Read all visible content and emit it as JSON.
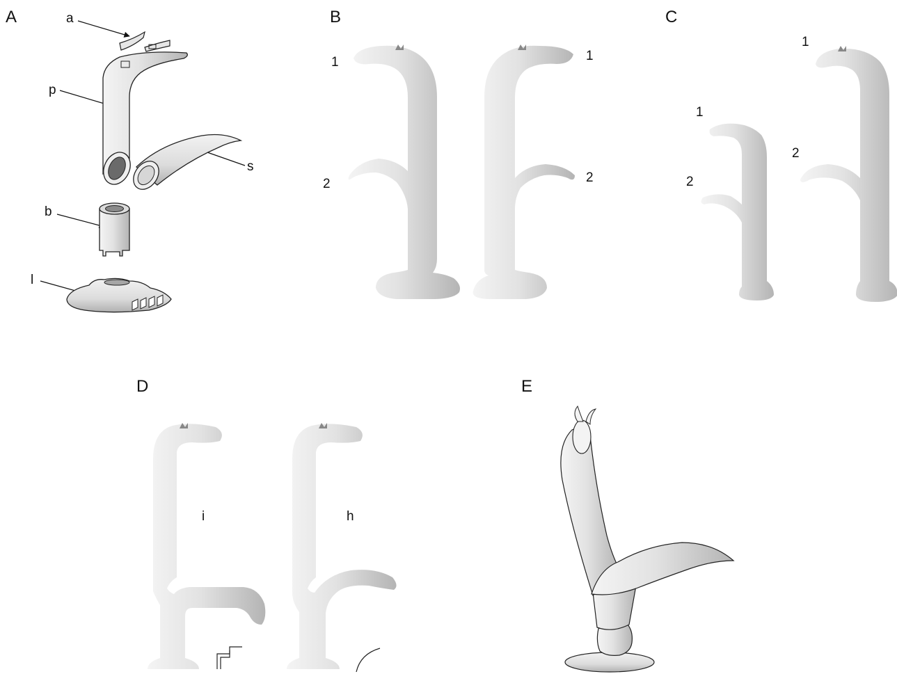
{
  "panels": {
    "A": {
      "letter": "A",
      "labels": {
        "a": "a",
        "p": "p",
        "s": "s",
        "b": "b",
        "l": "l"
      }
    },
    "B": {
      "letter": "B",
      "labels": [
        "1",
        "2",
        "1",
        "2"
      ]
    },
    "C": {
      "letter": "C",
      "labels": [
        "1",
        "2",
        "1",
        "2"
      ]
    },
    "D": {
      "letter": "D",
      "labels": {
        "i": "i",
        "h": "h"
      }
    },
    "E": {
      "letter": "E"
    }
  },
  "colors": {
    "body_fill": "#d9d9d9",
    "body_shadow": "#a8a8a8",
    "outline": "#222222",
    "background": "#ffffff"
  }
}
